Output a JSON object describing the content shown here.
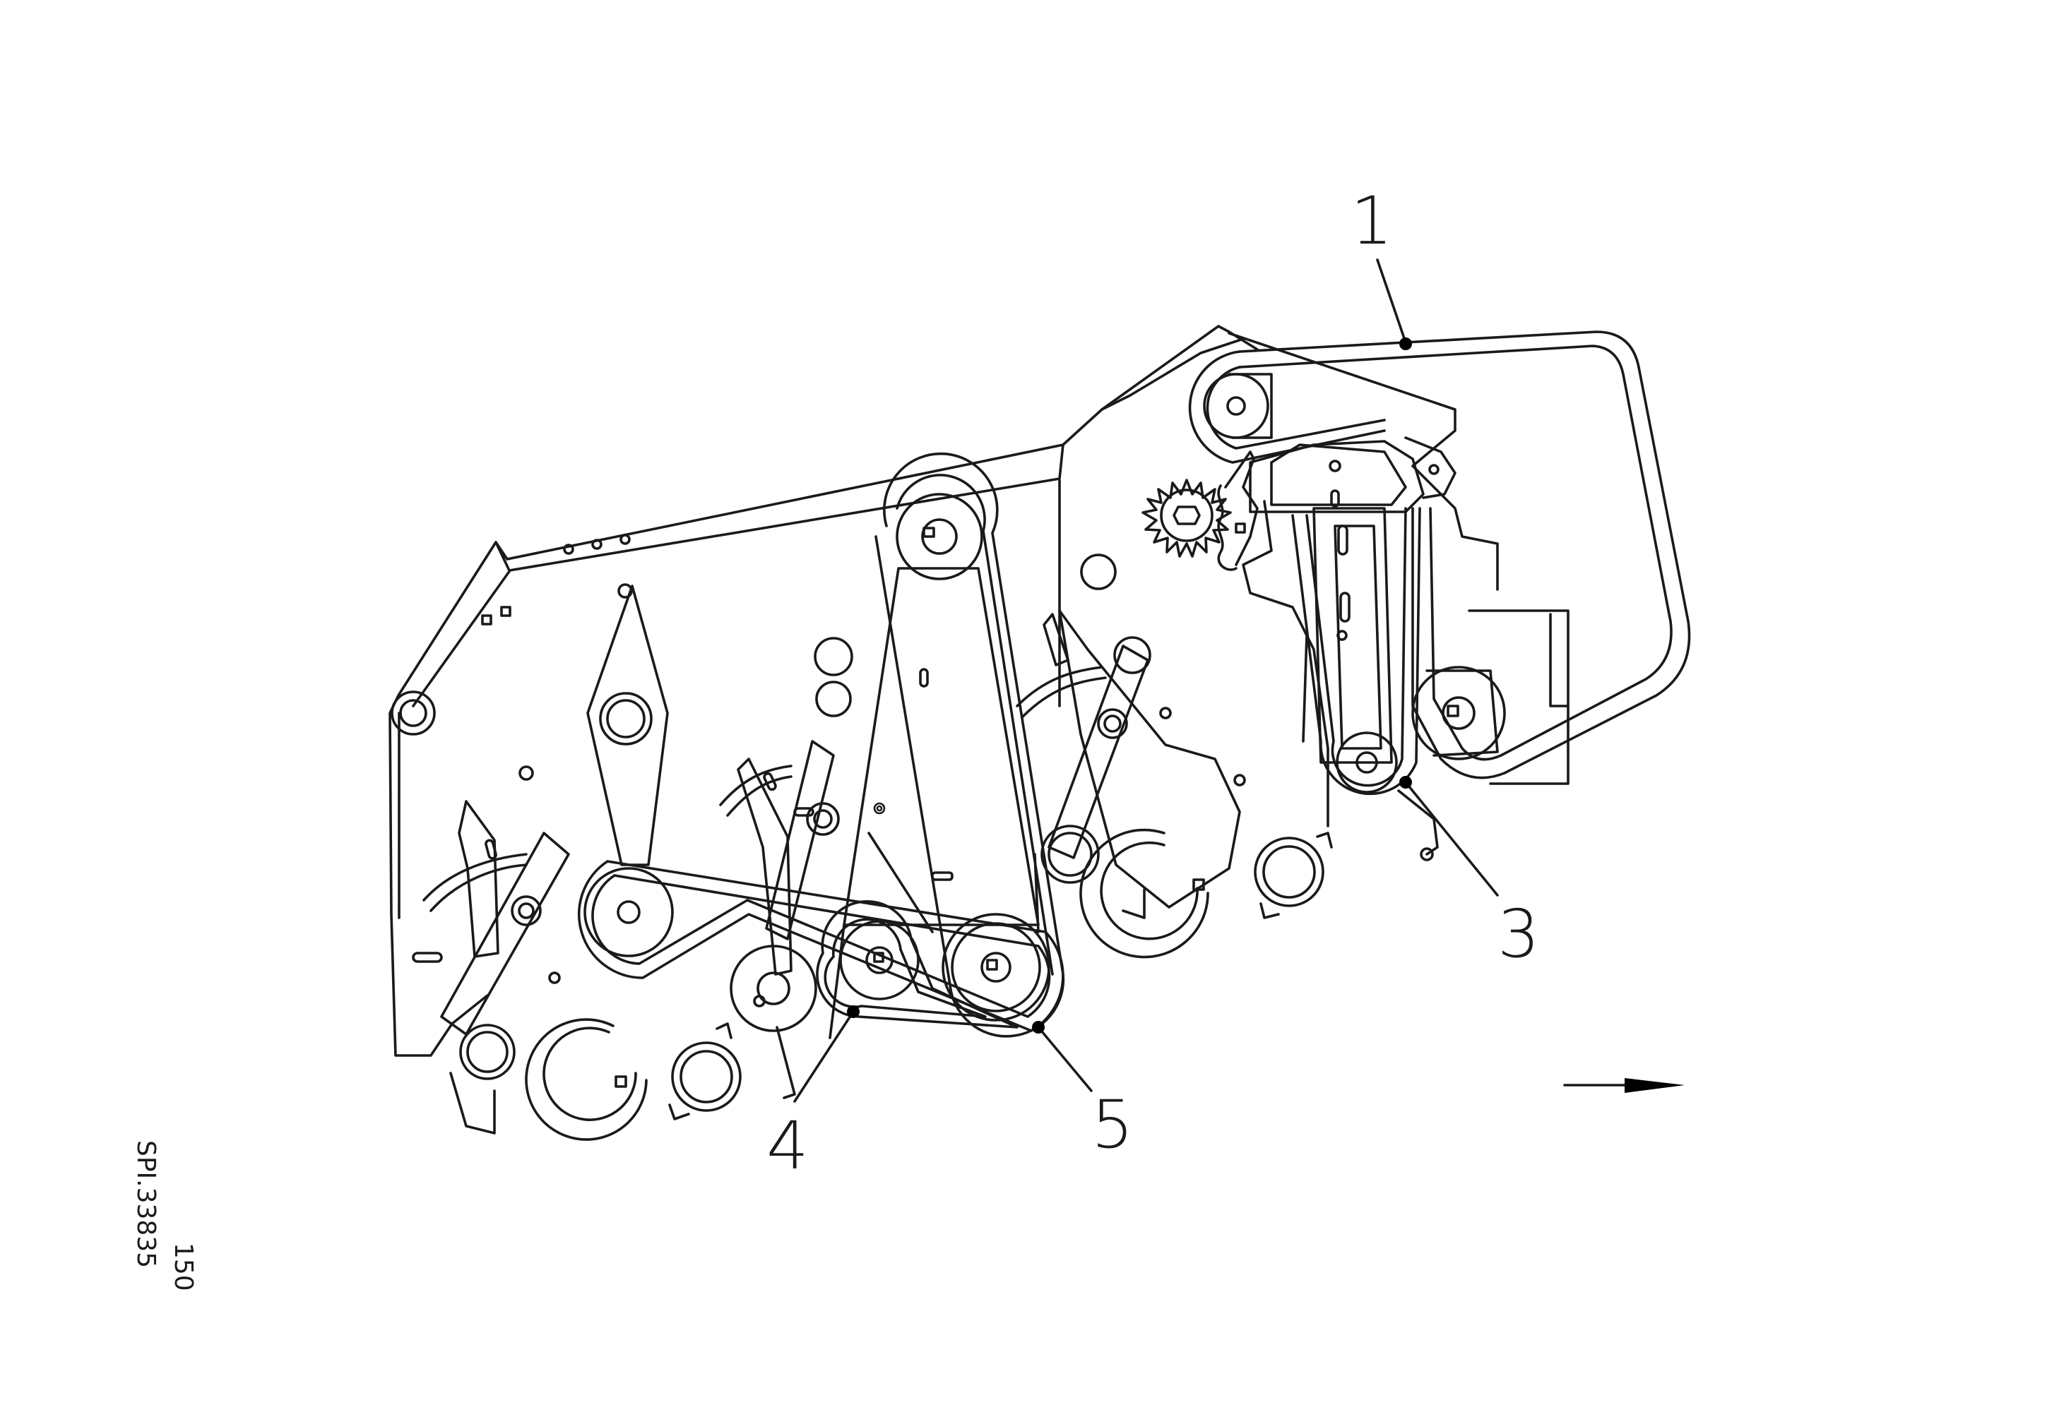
{
  "callouts": [
    {
      "id": "1",
      "label": "1"
    },
    {
      "id": "3",
      "label": "3"
    },
    {
      "id": "4",
      "label": "4"
    },
    {
      "id": "5",
      "label": "5"
    }
  ],
  "drawing_code": {
    "number": "150",
    "ref": "SPI.33835"
  },
  "direction_arrow_icon": "arrow-right-icon"
}
